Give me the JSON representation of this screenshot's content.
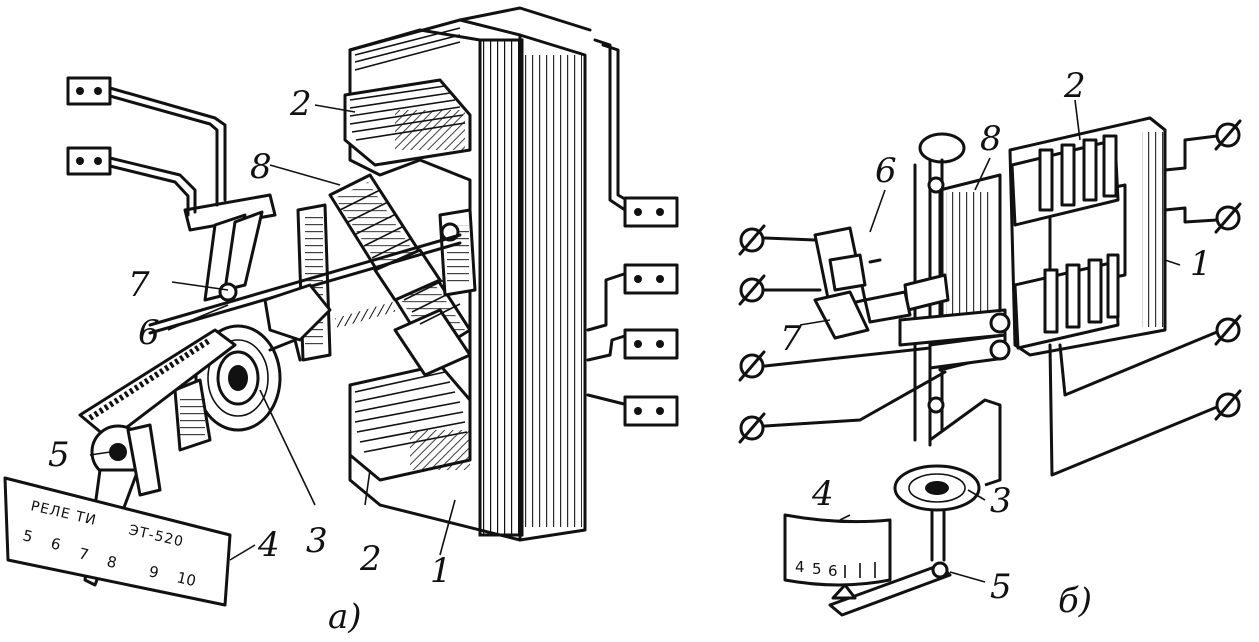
{
  "figure": {
    "variant_a": {
      "caption": "а)",
      "labels": {
        "n1": "1",
        "n2_top": "2",
        "n2_bottom": "2",
        "n3": "3",
        "n4": "4",
        "n5": "5",
        "n6": "6",
        "n7": "7",
        "n8": "8"
      },
      "nameplate": {
        "line1_left": "РЕЛЕ ТИ",
        "line1_right": "ЭТ-520",
        "scale": [
          "5",
          "6",
          "7",
          "8",
          "9",
          "10"
        ]
      }
    },
    "variant_b": {
      "caption": "б)",
      "labels": {
        "n1": "1",
        "n2": "2",
        "n3": "3",
        "n4": "4",
        "n5": "5",
        "n6": "6",
        "n7": "7",
        "n8": "8"
      },
      "scale": [
        "4",
        "5",
        "6"
      ]
    }
  }
}
